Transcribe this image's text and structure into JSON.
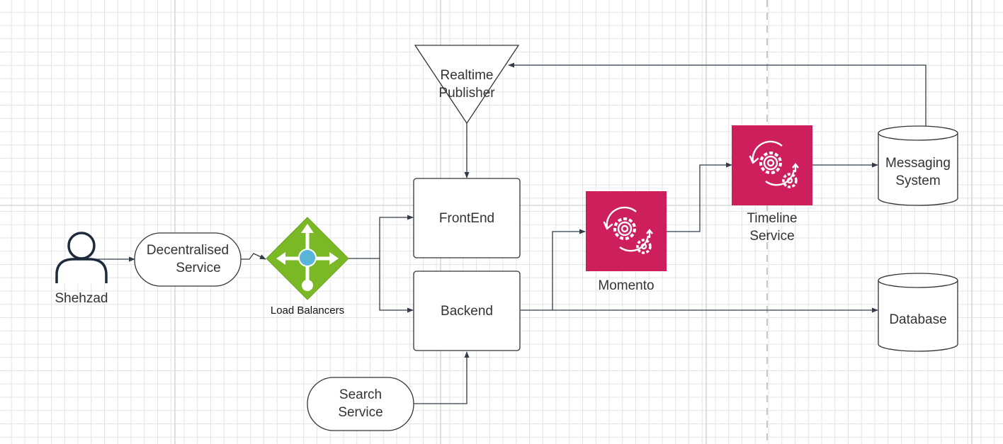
{
  "nodes": {
    "user": {
      "label": "Shehzad"
    },
    "decentralised": {
      "line1": "Decentralised",
      "line2": "Service"
    },
    "load_balancer": {
      "label": "Load Balancers"
    },
    "publisher": {
      "line1": "Realtime",
      "line2": "Publisher"
    },
    "frontend": {
      "label": "FrontEnd"
    },
    "backend": {
      "label": "Backend"
    },
    "search": {
      "line1": "Search",
      "line2": "Service"
    },
    "momento": {
      "label": "Momento"
    },
    "timeline": {
      "line1": "Timeline",
      "line2": "Service"
    },
    "messaging": {
      "line1": "Messaging",
      "line2": "System"
    },
    "database": {
      "label": "Database"
    }
  },
  "colors": {
    "service_icon": "#cc1f5c",
    "load_balancer_green": "#7ab826",
    "load_balancer_dot": "#59b4d9",
    "stroke": "#333c47"
  }
}
